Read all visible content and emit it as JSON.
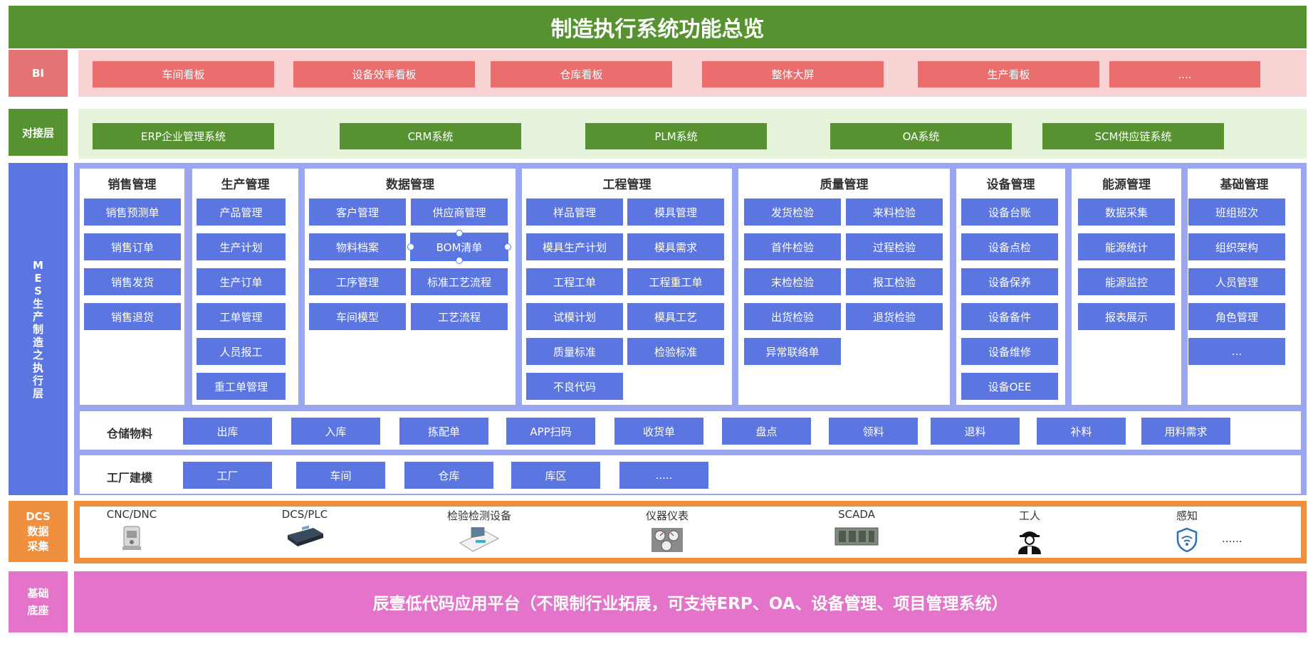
{
  "title": "制造执行系统功能总览",
  "layers": {
    "bi": "BI",
    "erp": "对接层",
    "mes": "MES生产制造之执行层",
    "dcs": [
      "DCS",
      "数据",
      "采集"
    ],
    "base": [
      "基础",
      "底座"
    ]
  },
  "bi_items": [
    "车间看板",
    "设备效率看板",
    "仓库看板",
    "整体大屏",
    "生产看板",
    "...."
  ],
  "erp_items": [
    "ERP企业管理系统",
    "CRM系统",
    "PLM系统",
    "OA系统",
    "SCM供应链系统"
  ],
  "modules": [
    {
      "title": "销售管理",
      "items": [
        "销售预测单",
        "销售订单",
        "销售发货",
        "销售退货"
      ]
    },
    {
      "title": "生产管理",
      "items": [
        "产品管理",
        "生产计划",
        "生产订单",
        "工单管理",
        "人员报工",
        "重工单管理"
      ]
    },
    {
      "title": "数据管理",
      "items": [
        "客户管理",
        "供应商管理",
        "物料档案",
        "BOM清单",
        "工序管理",
        "标准工艺流程",
        "车间模型",
        "工艺流程"
      ]
    },
    {
      "title": "工程管理",
      "items": [
        "样品管理",
        "模具管理",
        "模具生产计划",
        "模具需求",
        "工程工单",
        "工程重工单",
        "试模计划",
        "模具工艺",
        "质量标准",
        "检验标准",
        "不良代码"
      ]
    },
    {
      "title": "质量管理",
      "items": [
        "发货检验",
        "来料检验",
        "首件检验",
        "过程检验",
        "末检检验",
        "报工检验",
        "出货检验",
        "退货检验",
        "异常联络单"
      ]
    },
    {
      "title": "设备管理",
      "items": [
        "设备台账",
        "设备点检",
        "设备保养",
        "设备备件",
        "设备维修",
        "设备OEE"
      ]
    },
    {
      "title": "能源管理",
      "items": [
        "数据采集",
        "能源统计",
        "能源监控",
        "报表展示"
      ]
    },
    {
      "title": "基础管理",
      "items": [
        "班组班次",
        "组织架构",
        "人员管理",
        "角色管理",
        "..."
      ]
    }
  ],
  "warehouse": {
    "label": "仓储物料",
    "items": [
      "出库",
      "入库",
      "拣配单",
      "APP扫码",
      "收货单",
      "盘点",
      "领料",
      "退料",
      "补料",
      "用料需求"
    ]
  },
  "factory": {
    "label": "工厂建模",
    "items": [
      "工厂",
      "车间",
      "仓库",
      "库区",
      "....."
    ]
  },
  "dcs_items": [
    {
      "name": "CNC/DNC",
      "icon": "cnc-machine-icon"
    },
    {
      "name": "DCS/PLC",
      "icon": "plc-controller-icon"
    },
    {
      "name": "检验检测设备",
      "icon": "inspection-device-icon"
    },
    {
      "name": "仪器仪表",
      "icon": "gauge-meter-icon"
    },
    {
      "name": "SCADA",
      "icon": "scada-rack-icon"
    },
    {
      "name": "工人",
      "icon": "worker-icon"
    },
    {
      "name": "感知",
      "icon": "sensor-shield-icon"
    }
  ],
  "dcs_more": "......",
  "base_text": "辰壹低代码应用平台（不限制行业拓展，可支持ERP、OA、设备管理、项目管理系统）",
  "colors": {
    "title_green": "#56922f",
    "bi_red": "#ea6e6e",
    "bi_band": "#f9d3d3",
    "erp_band": "#e6f3db",
    "mes_blue": "#5b76e0",
    "mes_band": "#9aa7f0",
    "dcs_orange": "#f0903e",
    "base_pink": "#e374c9"
  }
}
